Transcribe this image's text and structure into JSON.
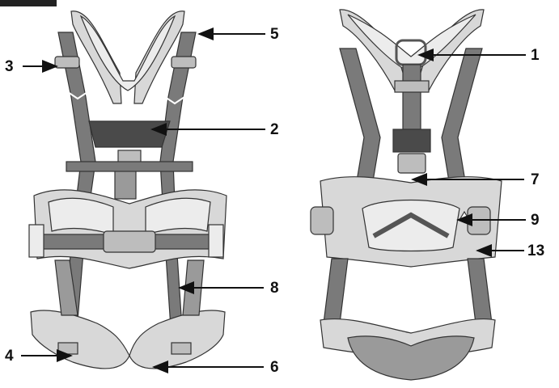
{
  "callouts": [
    {
      "id": "c1",
      "label": "1"
    },
    {
      "id": "c2",
      "label": "2"
    },
    {
      "id": "c3",
      "label": "3"
    },
    {
      "id": "c4",
      "label": "4"
    },
    {
      "id": "c5",
      "label": "5"
    },
    {
      "id": "c6",
      "label": "6"
    },
    {
      "id": "c7",
      "label": "7"
    },
    {
      "id": "c8",
      "label": "8"
    },
    {
      "id": "c9",
      "label": "9"
    },
    {
      "id": "c13",
      "label": "13"
    }
  ],
  "colors": {
    "webbing": "#7a7a7a",
    "webbing_dark": "#4a4a4a",
    "padding": "#d8d8d8",
    "padding_light": "#ececec",
    "metal": "#bdbdbd",
    "ink": "#111111"
  },
  "icons": [
    "front-harness-illustration",
    "back-harness-illustration",
    "arrow-icon"
  ]
}
